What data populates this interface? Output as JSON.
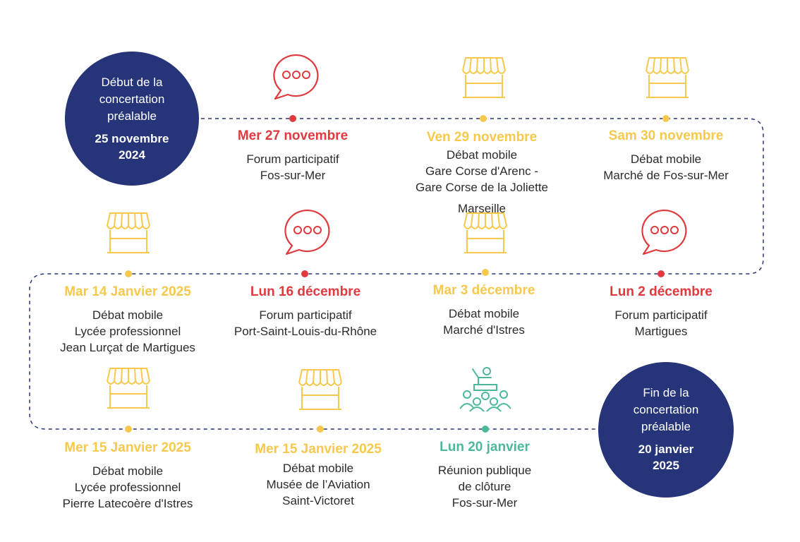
{
  "colors": {
    "navy": "#263479",
    "red": "#e0393e",
    "yellow": "#f6c94d",
    "green": "#4cb89a",
    "text": "#2b2b2b"
  },
  "start": {
    "label": "Début de la\nconcertation\npréalable",
    "date": "25 novembre\n2024"
  },
  "end": {
    "label": "Fin de la\nconcertation\npréalable",
    "date": "20 janvier\n2025"
  },
  "events": [
    {
      "date": "Mer 27 novembre",
      "desc": "Forum participatif\nFos-sur-Mer",
      "color": "red",
      "icon": "speech-bubble-icon"
    },
    {
      "date": "Ven 29 novembre",
      "desc": "Débat mobile\nGare Corse d'Arenc -\nGare Corse de la Joliette",
      "desc2": "Marseille",
      "color": "yellow",
      "icon": "market-stall-icon"
    },
    {
      "date": "Sam 30 novembre",
      "desc": "Débat mobile\nMarché de Fos-sur-Mer",
      "color": "yellow",
      "icon": "market-stall-icon"
    },
    {
      "date": "Lun 2 décembre",
      "desc": "Forum participatif\nMartigues",
      "color": "red",
      "icon": "speech-bubble-icon"
    },
    {
      "date": "Mar 3 décembre",
      "desc": "Débat mobile\nMarché d'Istres",
      "color": "yellow",
      "icon": "market-stall-icon"
    },
    {
      "date": "Lun 16 décembre",
      "desc": "Forum participatif\nPort-Saint-Louis-du-Rhône",
      "color": "red",
      "icon": "speech-bubble-icon"
    },
    {
      "date": "Mar 14 Janvier 2025",
      "desc": "Débat mobile\nLycée professionnel\nJean Lurçat de Martigues",
      "color": "yellow",
      "icon": "market-stall-icon"
    },
    {
      "date": "Mer 15 Janvier 2025",
      "desc": "Débat mobile\nLycée professionnel\nPierre Latecoère d'Istres",
      "color": "yellow",
      "icon": "market-stall-icon"
    },
    {
      "date": "Mer 15 Janvier 2025",
      "desc": "Débat mobile\nMusée de l’Aviation\nSaint-Victoret",
      "color": "yellow",
      "icon": "market-stall-icon"
    },
    {
      "date": "Lun 20 janvier",
      "desc": "Réunion publique\nde clôture\nFos-sur-Mer",
      "color": "green",
      "icon": "public-meeting-icon"
    }
  ]
}
